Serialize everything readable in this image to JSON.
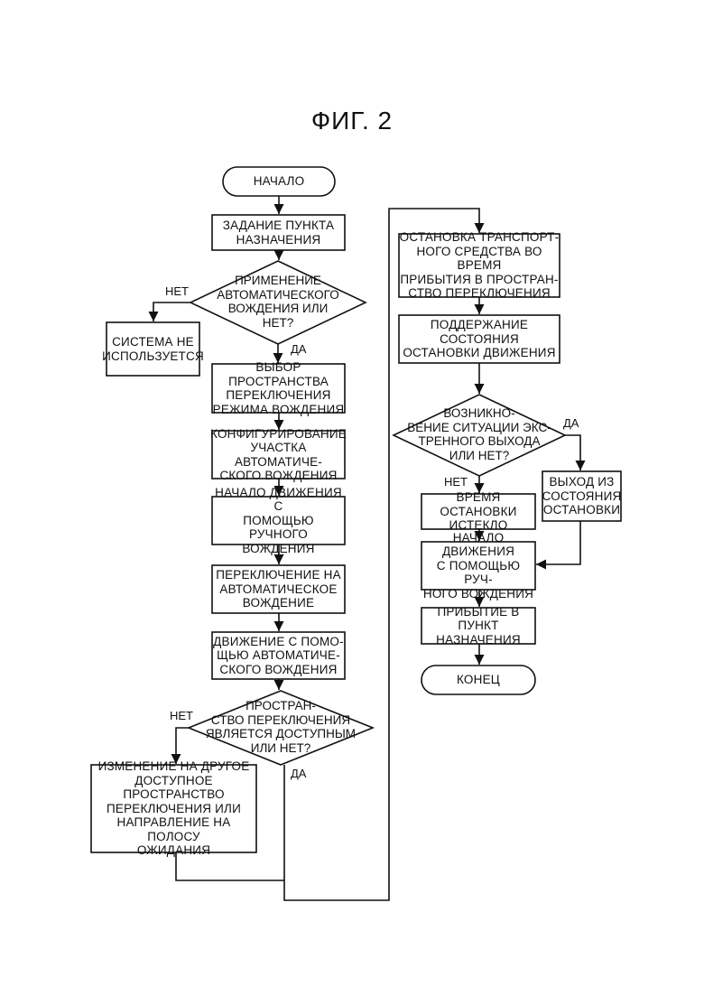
{
  "figure_title": "ФИГ. 2",
  "labels": {
    "yes": "ДА",
    "no": "НЕТ"
  },
  "left": {
    "start": "НАЧАЛО",
    "set_destination": "ЗАДАНИЕ ПУНКТА\nНАЗНАЧЕНИЯ",
    "autodrive_decision": "ПРИМЕНЕНИЕ\nАВТОМАТИЧЕСКОГО\nВОЖДЕНИЯ ИЛИ\nНЕТ?",
    "system_not_used": "СИСТЕМА НЕ\nИСПОЛЬЗУЕТСЯ",
    "select_switch_space": "ВЫБОР ПРОСТРАНСТВА\nПЕРЕКЛЮЧЕНИЯ\nРЕЖИМА ВОЖДЕНИЯ",
    "configure_section": "КОНФИГУРИРОВАНИЕ\nУЧАСТКА АВТОМАТИЧЕ-\nСКОГО ВОЖДЕНИЯ",
    "start_manual": "НАЧАЛО ДВИЖЕНИЯ С\nПОМОЩЬЮ РУЧНОГО\nВОЖДЕНИЯ",
    "switch_to_auto": "ПЕРЕКЛЮЧЕНИЕ НА\nАВТОМАТИЧЕСКОЕ\nВОЖДЕНИЕ",
    "drive_auto": "ДВИЖЕНИЕ С ПОМО-\nЩЬЮ АВТОМАТИЧЕ-\nСКОГО ВОЖДЕНИЯ",
    "space_available_decision": "ПРОСТРАН-\nСТВО ПЕРЕКЛЮЧЕНИЯ\nЯВЛЯЕТСЯ ДОСТУПНЫМ\nИЛИ НЕТ?",
    "change_space": "ИЗМЕНЕНИЕ НА ДРУГОЕ\nДОСТУПНОЕ ПРОСТРАНСТВО\nПЕРЕКЛЮЧЕНИЯ ИЛИ\nНАПРАВЛЕНИЕ НА ПОЛОСУ\nОЖИДАНИЯ"
  },
  "right": {
    "stop_vehicle": "ОСТАНОВКА ТРАНСПОРТ-\nНОГО СРЕДСТВА ВО ВРЕМЯ\nПРИБЫТИЯ В ПРОСТРАН-\nСТВО ПЕРЕКЛЮЧЕНИЯ",
    "keep_stopped": "ПОДДЕРЖАНИЕ СОСТОЯНИЯ\nОСТАНОВКИ ДВИЖЕНИЯ",
    "emergency_decision": "ВОЗНИКНО-\nВЕНИЕ СИТУАЦИИ ЭКС-\nТРЕННОГО ВЫХОДА\nИЛИ НЕТ?",
    "exit_stop": "ВЫХОД ИЗ\nСОСТОЯНИЯ\nОСТАНОВКИ",
    "stop_time_expired": "ВРЕМЯ ОСТАНОВКИ\nИСТЕКЛО",
    "start_manual_2": "НАЧАЛО ДВИЖЕНИЯ\nС ПОМОЩЬЮ РУЧ-\nНОГО ВОЖДЕНИЯ",
    "arrive_destination": "ПРИБЫТИЕ В ПУНКТ\nНАЗНАЧЕНИЯ",
    "end": "КОНЕЦ"
  }
}
